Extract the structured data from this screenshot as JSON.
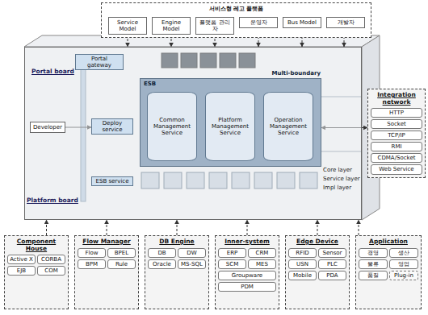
{
  "diagram": {
    "nodes": [
      {
        "text": [
          "서비스형 레고 플랫폼"
        ]
      },
      {
        "text": [
          "Service Model"
        ],
        "in": 0
      },
      {
        "text": [
          "Engine Model"
        ],
        "in": 0
      },
      {
        "text": [
          "플랫폼 관리자"
        ],
        "in": 0
      },
      {
        "text": [
          "운영자"
        ],
        "in": 0
      },
      {
        "text": [
          "Bus Model"
        ],
        "in": 0
      },
      {
        "text": [
          "개발자"
        ],
        "in": 0
      },
      {
        "text": [
          "Portal board",
          "Platform board"
        ]
      },
      {
        "text": [
          "Portal gateway"
        ],
        "in": 7
      },
      {
        "text": [
          "Developer"
        ],
        "in": 7
      },
      {
        "text": [
          "Deploy service"
        ],
        "in": 7
      },
      {
        "text": [
          "ESB",
          "Multi-boundary"
        ],
        "in": 7
      },
      {
        "text": [
          "Common Management Service"
        ],
        "in": 11
      },
      {
        "text": [
          "Platform Management Service"
        ],
        "in": 11
      },
      {
        "text": [
          "Operation Management Service"
        ],
        "in": 11
      },
      {
        "text": [
          "ESB service"
        ],
        "in": 7
      },
      {
        "text": [
          "Integration network"
        ]
      },
      {
        "text": [
          "HTTP"
        ],
        "in": 16
      },
      {
        "text": [
          "Socket"
        ],
        "in": 16
      },
      {
        "text": [
          "TCP/IP"
        ],
        "in": 16
      },
      {
        "text": [
          "RMI"
        ],
        "in": 16
      },
      {
        "text": [
          "CDMA/Socket"
        ],
        "in": 16
      },
      {
        "text": [
          "Web Service"
        ],
        "in": 16
      },
      {
        "text": [
          "Component House"
        ]
      },
      {
        "text": [
          "Active X"
        ],
        "in": 23
      },
      {
        "text": [
          "CORBA"
        ],
        "in": 23
      },
      {
        "text": [
          "EJB"
        ],
        "in": 23
      },
      {
        "text": [
          "COM"
        ],
        "in": 23
      },
      {
        "text": [
          "Flow Manager"
        ]
      },
      {
        "text": [
          "Flow"
        ],
        "in": 28
      },
      {
        "text": [
          "BPEL"
        ],
        "in": 28
      },
      {
        "text": [
          "BPM"
        ],
        "in": 28
      },
      {
        "text": [
          "Rule"
        ],
        "in": 28
      },
      {
        "text": [
          "DB Engine"
        ]
      },
      {
        "text": [
          "DB"
        ],
        "in": 33
      },
      {
        "text": [
          "DW"
        ],
        "in": 33
      },
      {
        "text": [
          "Oracle"
        ],
        "in": 33
      },
      {
        "text": [
          "MS-SQL"
        ],
        "in": 33
      },
      {
        "text": [
          "Inner-system"
        ]
      },
      {
        "text": [
          "ERP"
        ],
        "in": 38
      },
      {
        "text": [
          "CRM"
        ],
        "in": 38
      },
      {
        "text": [
          "SCM"
        ],
        "in": 38
      },
      {
        "text": [
          "MES"
        ],
        "in": 38
      },
      {
        "text": [
          "Groupware"
        ],
        "in": 38
      },
      {
        "text": [
          "PDM"
        ],
        "in": 38
      },
      {
        "text": [
          "Edge Device"
        ]
      },
      {
        "text": [
          "RFID"
        ],
        "in": 45
      },
      {
        "text": [
          "Sensor"
        ],
        "in": 45
      },
      {
        "text": [
          "USN"
        ],
        "in": 45
      },
      {
        "text": [
          "PLC"
        ],
        "in": 45
      },
      {
        "text": [
          "Mobile"
        ],
        "in": 45
      },
      {
        "text": [
          "PDA"
        ],
        "in": 45
      },
      {
        "text": [
          "Application"
        ]
      },
      {
        "text": [
          "경영"
        ],
        "in": 52
      },
      {
        "text": [
          "생산"
        ],
        "in": 52
      },
      {
        "text": [
          "물류"
        ],
        "in": 52
      },
      {
        "text": [
          "영업"
        ],
        "in": 52
      },
      {
        "text": [
          "품질"
        ],
        "in": 52
      },
      {
        "text": [
          "Plug-in"
        ],
        "in": 52
      }
    ],
    "edges": [
      {
        "from": 1,
        "to": 7,
        "arrow": "to"
      },
      {
        "from": 2,
        "to": 7,
        "arrow": "to"
      },
      {
        "from": 3,
        "to": 7,
        "arrow": "to"
      },
      {
        "from": 4,
        "to": 7,
        "arrow": "to"
      },
      {
        "from": 5,
        "to": 7,
        "arrow": "to"
      },
      {
        "from": 6,
        "to": 7,
        "arrow": "to"
      },
      {
        "from": 9,
        "to": 10,
        "arrow": "to"
      },
      {
        "from": 11,
        "to": 16,
        "arrow": "both"
      },
      {
        "from": 23,
        "to": 7,
        "arrow": "to"
      },
      {
        "from": 28,
        "to": 7,
        "arrow": "to"
      },
      {
        "from": 33,
        "to": 7,
        "arrow": "to"
      },
      {
        "from": 38,
        "to": 7,
        "arrow": "to"
      },
      {
        "from": 45,
        "to": 7,
        "arrow": "to"
      },
      {
        "from": 52,
        "to": 7,
        "arrow": "to"
      }
    ],
    "labels": [
      "Core layer",
      "Service layer",
      "Impl layer"
    ]
  }
}
